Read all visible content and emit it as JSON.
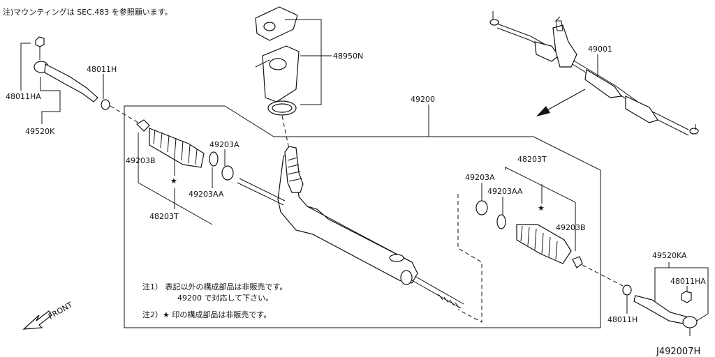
{
  "notes": {
    "mounting": "注)マウンティングは SEC.483 を参照願います。",
    "note1_line1": "注1） 表記以外の構成部品は非販売です。",
    "note1_line2": "49200 で対応して下さい。",
    "note2": "注2）★ 印の構成部品は非販売です。"
  },
  "labels": {
    "l_48011HA_left": "48011HA",
    "l_49520K": "49520K",
    "l_48011H_left": "48011H",
    "l_48950N": "48950N",
    "l_49200": "49200",
    "l_49001": "49001",
    "l_49203B_left": "49203B",
    "l_49203A_left": "49203A",
    "l_49203AA_left": "49203AA",
    "l_48203T_left": "48203T",
    "l_48203T_right": "48203T",
    "l_49203A_right": "49203A",
    "l_49203AA_right": "49203AA",
    "l_49203B_right": "49203B",
    "l_49520KA": "49520KA",
    "l_48011HA_right": "48011HA",
    "l_48011H_right": "48011H"
  },
  "markers": {
    "star": "★"
  },
  "front_label": "FRONT",
  "diagram_code": "J492007H"
}
